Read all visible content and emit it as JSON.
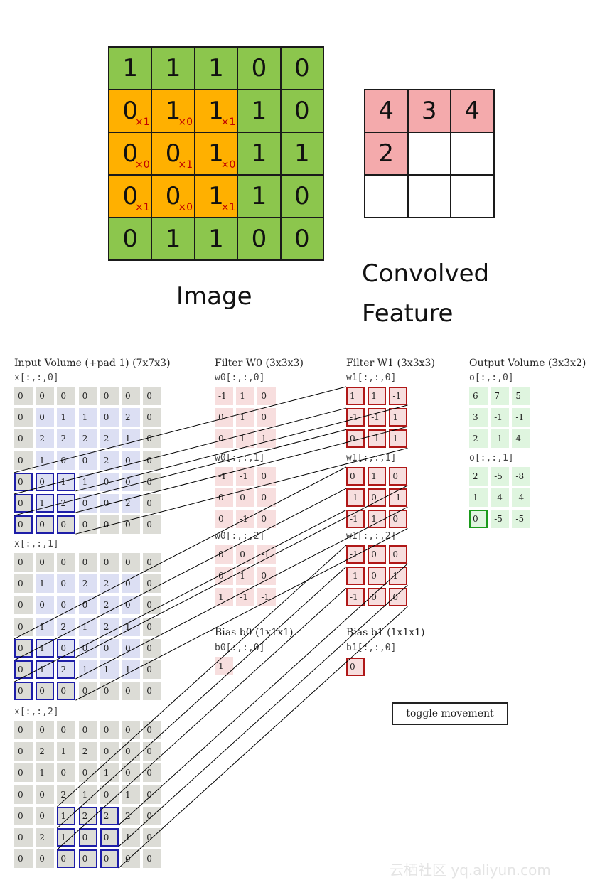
{
  "image_grid": {
    "label": "Image",
    "values": [
      [
        "1",
        "1",
        "1",
        "0",
        "0"
      ],
      [
        "0",
        "1",
        "1",
        "1",
        "0"
      ],
      [
        "0",
        "0",
        "1",
        "1",
        "1"
      ],
      [
        "0",
        "0",
        "1",
        "1",
        "0"
      ],
      [
        "0",
        "1",
        "1",
        "0",
        "0"
      ]
    ],
    "weights": [
      [
        "×1",
        "×0",
        "×1"
      ],
      [
        "×0",
        "×1",
        "×0"
      ],
      [
        "×1",
        "×0",
        "×1"
      ]
    ],
    "colors": {
      "green": "#8cc64d",
      "orange": "#ffb000",
      "weight": "#c00000"
    }
  },
  "convolved": {
    "label_line1": "Convolved",
    "label_line2": "Feature",
    "values": [
      [
        "4",
        "3",
        "4"
      ],
      [
        "2",
        "",
        ""
      ],
      [
        "",
        "",
        ""
      ]
    ],
    "color": "#f4aaac"
  },
  "demo": {
    "input_title": "Input Volume (+pad 1) (7x7x3)",
    "input_slices": [
      {
        "label": "x[:,:,0]",
        "rows": [
          [
            "0",
            "0",
            "0",
            "0",
            "0",
            "0",
            "0"
          ],
          [
            "0",
            "0",
            "1",
            "1",
            "0",
            "2",
            "0"
          ],
          [
            "0",
            "2",
            "2",
            "2",
            "2",
            "1",
            "0"
          ],
          [
            "0",
            "1",
            "0",
            "0",
            "2",
            "0",
            "0"
          ],
          [
            "0",
            "0",
            "1",
            "1",
            "0",
            "0",
            "0"
          ],
          [
            "0",
            "1",
            "2",
            "0",
            "0",
            "2",
            "0"
          ],
          [
            "0",
            "0",
            "0",
            "0",
            "0",
            "0",
            "0"
          ]
        ]
      },
      {
        "label": "x[:,:,1]",
        "rows": [
          [
            "0",
            "0",
            "0",
            "0",
            "0",
            "0",
            "0"
          ],
          [
            "0",
            "1",
            "0",
            "2",
            "2",
            "0",
            "0"
          ],
          [
            "0",
            "0",
            "0",
            "0",
            "2",
            "0",
            "0"
          ],
          [
            "0",
            "1",
            "2",
            "1",
            "2",
            "1",
            "0"
          ],
          [
            "0",
            "1",
            "0",
            "0",
            "0",
            "0",
            "0"
          ],
          [
            "0",
            "1",
            "2",
            "1",
            "1",
            "1",
            "0"
          ],
          [
            "0",
            "0",
            "0",
            "0",
            "0",
            "0",
            "0"
          ]
        ]
      },
      {
        "label": "x[:,:,2]",
        "rows": [
          [
            "0",
            "0",
            "0",
            "0",
            "0",
            "0",
            "0"
          ],
          [
            "0",
            "2",
            "1",
            "2",
            "0",
            "0",
            "0"
          ],
          [
            "0",
            "1",
            "0",
            "0",
            "1",
            "0",
            "0"
          ],
          [
            "0",
            "0",
            "2",
            "1",
            "0",
            "1",
            "0"
          ],
          [
            "0",
            "0",
            "1",
            "2",
            "2",
            "2",
            "0"
          ],
          [
            "0",
            "2",
            "1",
            "0",
            "0",
            "1",
            "0"
          ],
          [
            "0",
            "0",
            "0",
            "0",
            "0",
            "0",
            "0"
          ]
        ]
      }
    ],
    "filter_w0_title": "Filter W0 (3x3x3)",
    "filter_w0": [
      {
        "label": "w0[:,:,0]",
        "rows": [
          [
            "-1",
            "1",
            "0"
          ],
          [
            "0",
            "1",
            "0"
          ],
          [
            "0",
            "1",
            "1"
          ]
        ]
      },
      {
        "label": "w0[:,:,1]",
        "rows": [
          [
            "-1",
            "-1",
            "0"
          ],
          [
            "0",
            "0",
            "0"
          ],
          [
            "0",
            "-1",
            "0"
          ]
        ]
      },
      {
        "label": "w0[:,:,2]",
        "rows": [
          [
            "0",
            "0",
            "-1"
          ],
          [
            "0",
            "1",
            "0"
          ],
          [
            "1",
            "-1",
            "-1"
          ]
        ]
      }
    ],
    "filter_w1_title": "Filter W1 (3x3x3)",
    "filter_w1": [
      {
        "label": "w1[:,:,0]",
        "rows": [
          [
            "1",
            "1",
            "-1"
          ],
          [
            "-1",
            "-1",
            "1"
          ],
          [
            "0",
            "-1",
            "1"
          ]
        ]
      },
      {
        "label": "w1[:,:,1]",
        "rows": [
          [
            "0",
            "1",
            "0"
          ],
          [
            "-1",
            "0",
            "-1"
          ],
          [
            "-1",
            "1",
            "0"
          ]
        ]
      },
      {
        "label": "w1[:,:,2]",
        "rows": [
          [
            "-1",
            "0",
            "0"
          ],
          [
            "-1",
            "0",
            "1"
          ],
          [
            "-1",
            "0",
            "0"
          ]
        ]
      }
    ],
    "bias_b0_title": "Bias b0 (1x1x1)",
    "bias_b0_label": "b0[:,:,0]",
    "bias_b0_value": "1",
    "bias_b1_title": "Bias b1 (1x1x1)",
    "bias_b1_label": "b1[:,:,0]",
    "bias_b1_value": "0",
    "output_title": "Output Volume (3x3x2)",
    "output_slices": [
      {
        "label": "o[:,:,0]",
        "rows": [
          [
            "6",
            "7",
            "5"
          ],
          [
            "3",
            "-1",
            "-1"
          ],
          [
            "2",
            "-1",
            "4"
          ]
        ]
      },
      {
        "label": "o[:,:,1]",
        "rows": [
          [
            "2",
            "-5",
            "-8"
          ],
          [
            "1",
            "-4",
            "-4"
          ],
          [
            "0",
            "-5",
            "-5"
          ]
        ]
      }
    ],
    "toggle_label": "toggle movement"
  },
  "watermark": "云栖社区 yq.aliyun.com"
}
